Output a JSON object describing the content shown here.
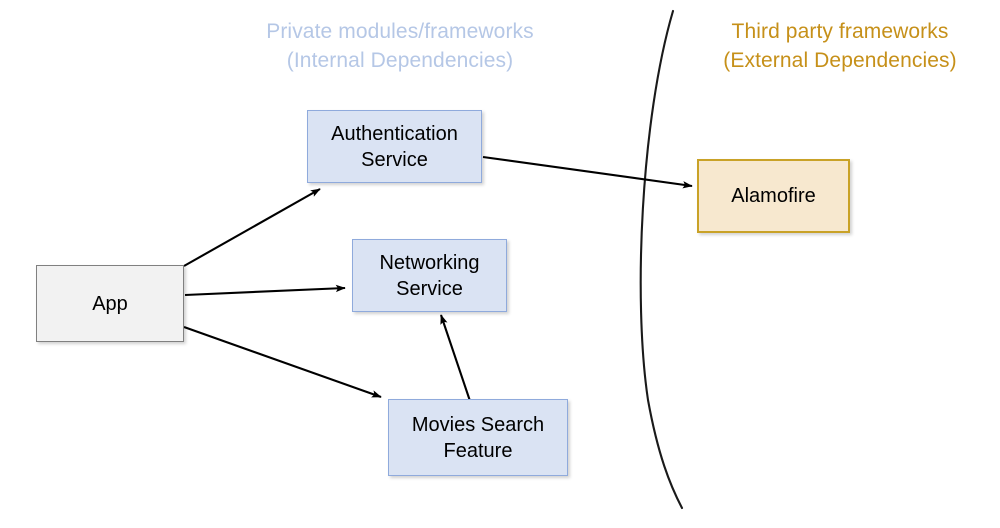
{
  "diagram": {
    "title_internal": "Private modules/frameworks\n(Internal Dependencies)",
    "title_external": "Third party frameworks\n(External Dependencies)",
    "colors": {
      "internal_header_text": "#b5c7e6",
      "external_header_text": "#c69019",
      "internal_node_fill": "#dae3f3",
      "internal_node_border": "#8faadc",
      "app_node_fill": "#f2f2f2",
      "app_node_border": "#808080",
      "external_node_fill": "#f7e8cf",
      "external_node_border": "#c9a227",
      "arrow_stroke": "#000000",
      "divider_stroke": "#1a1a1a",
      "background": "#ffffff"
    },
    "nodes": [
      {
        "id": "app",
        "label": "App",
        "kind": "app"
      },
      {
        "id": "auth",
        "label": "Authentication\nService",
        "kind": "internal"
      },
      {
        "id": "networking",
        "label": "Networking\nService",
        "kind": "internal"
      },
      {
        "id": "movies",
        "label": "Movies Search\nFeature",
        "kind": "internal"
      },
      {
        "id": "alamofire",
        "label": "Alamofire",
        "kind": "external"
      }
    ],
    "edges": [
      {
        "id": "app-to-auth",
        "from": "app",
        "to": "auth"
      },
      {
        "id": "app-to-networking",
        "from": "app",
        "to": "networking"
      },
      {
        "id": "app-to-movies",
        "from": "app",
        "to": "movies"
      },
      {
        "id": "auth-to-alamofire",
        "from": "auth",
        "to": "alamofire"
      },
      {
        "id": "movies-to-networking",
        "from": "movies",
        "to": "networking"
      }
    ],
    "divider": {
      "name": "internal-external-boundary-curve"
    }
  }
}
